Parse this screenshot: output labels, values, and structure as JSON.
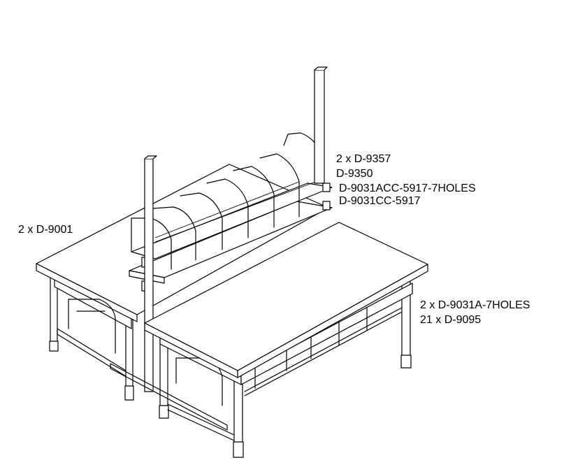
{
  "labels": {
    "left_table": "2 x D-9001",
    "top_1": "2 x D-9357",
    "top_2": "D-9350",
    "top_3": "D-9031ACC-5917-7HOLES",
    "top_4": "D-9031CC-5917",
    "right_1": "2 x D-9031A-7HOLES",
    "right_2": "21 x D-9095"
  }
}
